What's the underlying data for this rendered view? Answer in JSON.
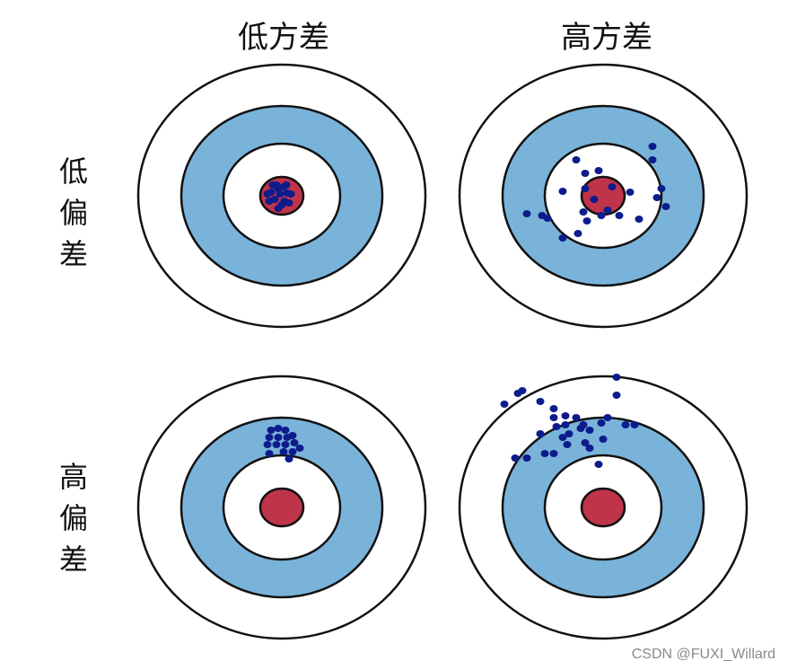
{
  "column_labels": [
    "低方差",
    "高方差"
  ],
  "row_labels": [
    [
      "低",
      "偏",
      "差"
    ],
    [
      "高",
      "偏",
      "差"
    ]
  ],
  "watermark": "CSDN @FUXI_Willard",
  "colors": {
    "ring_stroke": "#111111",
    "outer_fill": "#ffffff",
    "blue_ring": "#7ab3d9",
    "inner_white": "#ffffff",
    "bullseye": "#c0344a",
    "dot": "#0d1c8c"
  },
  "targets": [
    {
      "name": "low-bias-low-variance",
      "row": 0,
      "col": 0,
      "shots": [
        [
          -4,
          -8
        ],
        [
          2,
          -10
        ],
        [
          -12,
          -4
        ],
        [
          6,
          -3
        ],
        [
          -8,
          4
        ],
        [
          3,
          6
        ],
        [
          -14,
          6
        ],
        [
          8,
          8
        ],
        [
          -2,
          -2
        ],
        [
          -6,
          -12
        ],
        [
          5,
          -12
        ],
        [
          -10,
          -12
        ],
        [
          10,
          -2
        ],
        [
          -16,
          -2
        ],
        [
          0,
          10
        ],
        [
          -4,
          14
        ]
      ]
    },
    {
      "name": "low-bias-high-variance",
      "row": 0,
      "col": 1,
      "shots": [
        [
          -30,
          -40
        ],
        [
          -20,
          -25
        ],
        [
          -5,
          -28
        ],
        [
          -45,
          -5
        ],
        [
          -20,
          -8
        ],
        [
          10,
          -10
        ],
        [
          -10,
          4
        ],
        [
          30,
          -4
        ],
        [
          55,
          -55
        ],
        [
          55,
          -40
        ],
        [
          65,
          -8
        ],
        [
          60,
          2
        ],
        [
          70,
          12
        ],
        [
          -85,
          20
        ],
        [
          -68,
          22
        ],
        [
          -62,
          25
        ],
        [
          -22,
          18
        ],
        [
          -18,
          28
        ],
        [
          -2,
          22
        ],
        [
          18,
          22
        ],
        [
          40,
          26
        ],
        [
          -28,
          42
        ],
        [
          -45,
          47
        ],
        [
          5,
          16
        ]
      ]
    },
    {
      "name": "high-bias-low-variance",
      "row": 1,
      "col": 0,
      "shots": [
        [
          -12,
          -86
        ],
        [
          -4,
          -88
        ],
        [
          4,
          -86
        ],
        [
          -14,
          -78
        ],
        [
          -4,
          -78
        ],
        [
          6,
          -78
        ],
        [
          12,
          -80
        ],
        [
          -16,
          -70
        ],
        [
          -6,
          -70
        ],
        [
          4,
          -70
        ],
        [
          14,
          -72
        ],
        [
          20,
          -66
        ],
        [
          -14,
          -60
        ],
        [
          2,
          -62
        ],
        [
          12,
          -62
        ],
        [
          8,
          -54
        ]
      ]
    },
    {
      "name": "high-bias-high-variance",
      "row": 1,
      "col": 1,
      "shots": [
        [
          -110,
          -115
        ],
        [
          -95,
          -127
        ],
        [
          -90,
          -130
        ],
        [
          -70,
          -118
        ],
        [
          -55,
          -110
        ],
        [
          -55,
          -100
        ],
        [
          -52,
          -90
        ],
        [
          -42,
          -102
        ],
        [
          -42,
          -92
        ],
        [
          -38,
          -82
        ],
        [
          -30,
          -100
        ],
        [
          -22,
          -92
        ],
        [
          -15,
          -86
        ],
        [
          5,
          -100
        ],
        [
          15,
          -125
        ],
        [
          15,
          -145
        ],
        [
          25,
          -92
        ],
        [
          35,
          -92
        ],
        [
          -45,
          -78
        ],
        [
          -55,
          -60
        ],
        [
          -65,
          -60
        ],
        [
          -85,
          -55
        ],
        [
          -98,
          -55
        ],
        [
          -70,
          -82
        ],
        [
          -40,
          -70
        ],
        [
          -20,
          -72
        ],
        [
          0,
          -76
        ],
        [
          -5,
          -48
        ],
        [
          -25,
          -88
        ],
        [
          -2,
          -94
        ],
        [
          -15,
          -66
        ]
      ]
    }
  ]
}
